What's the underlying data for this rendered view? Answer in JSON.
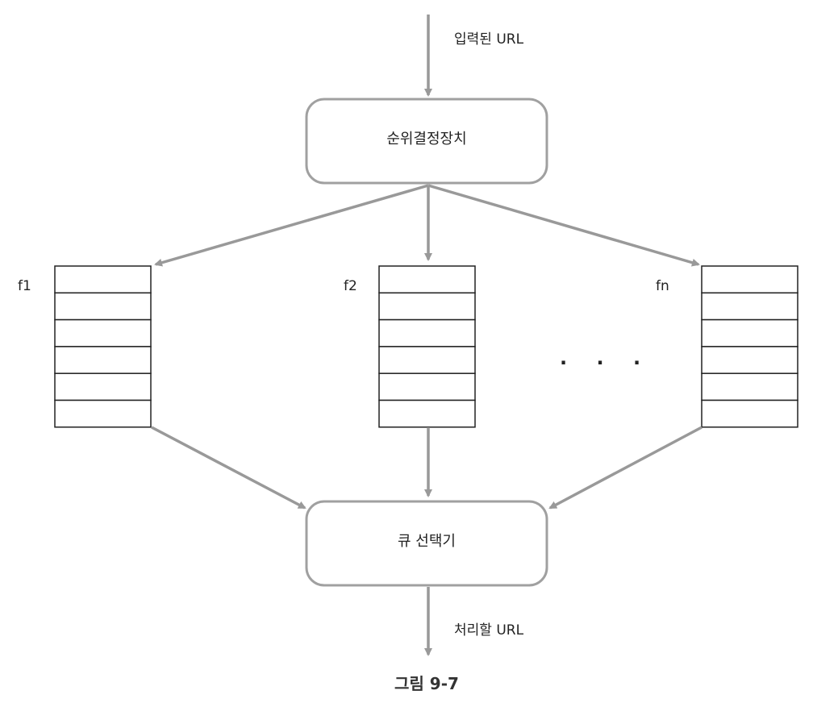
{
  "labels": {
    "input_url": "입력된 URL",
    "output_url": "처리할 URL"
  },
  "nodes": {
    "prioritizer": "순위결정장치",
    "queue_selector": "큐 선택기"
  },
  "queues": [
    {
      "name": "f1",
      "slots": 6
    },
    {
      "name": "f2",
      "slots": 6
    },
    {
      "name": "fn",
      "slots": 6
    }
  ],
  "ellipsis": "· · ·",
  "caption": "그림 9-7",
  "colors": {
    "arrow": "#999999",
    "node_border": "#999999",
    "queue_border": "#222222",
    "text": "#222222"
  }
}
